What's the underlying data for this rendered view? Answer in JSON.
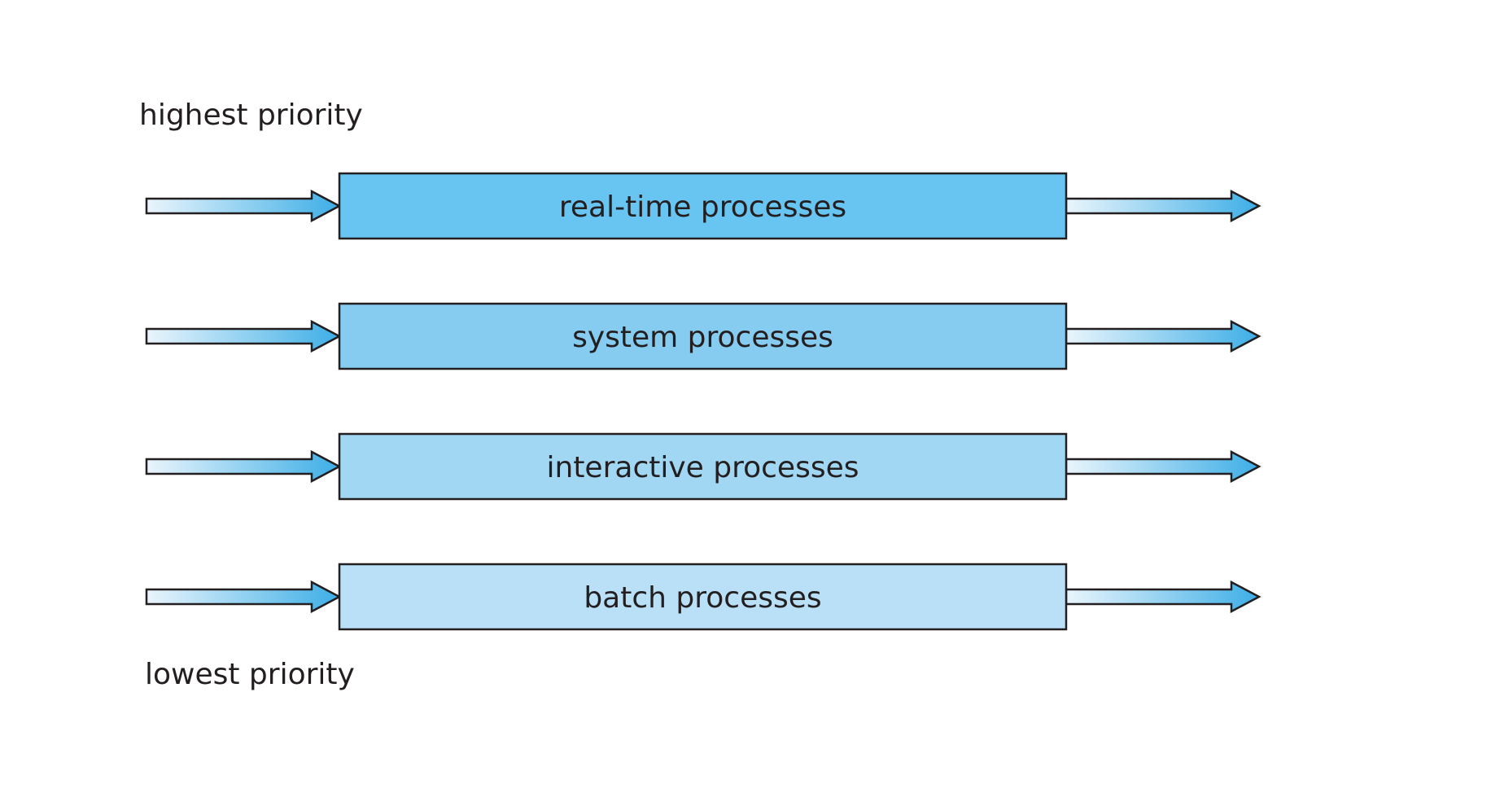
{
  "labels": {
    "top": "highest priority",
    "bottom": "lowest priority"
  },
  "queues": [
    {
      "label": "real-time processes",
      "fill": "#68c4f1"
    },
    {
      "label": "system processes",
      "fill": "#86ccf0"
    },
    {
      "label": "interactive processes",
      "fill": "#a2d7f3"
    },
    {
      "label": "batch processes",
      "fill": "#b9e0f6"
    }
  ],
  "colors": {
    "outline": "#231f20",
    "arrow_light": "#eaf5fc",
    "arrow_dark": "#3daee6"
  }
}
